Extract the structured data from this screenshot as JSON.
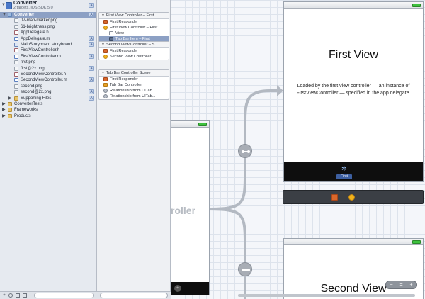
{
  "navigator": {
    "project": {
      "name": "Converter",
      "subtitle": "2 targets, iOS SDK 5.0",
      "badge": "A"
    },
    "rows": [
      {
        "label": "Converter",
        "type": "group",
        "indent": 1,
        "selected": true,
        "badge": "A"
      },
      {
        "label": "07-map-marker.png",
        "type": "png",
        "indent": 2,
        "badge": ""
      },
      {
        "label": "61-brightness.png",
        "type": "png",
        "indent": 2,
        "badge": ""
      },
      {
        "label": "AppDelegate.h",
        "type": "h",
        "indent": 2,
        "badge": ""
      },
      {
        "label": "AppDelegate.m",
        "type": "m",
        "indent": 2,
        "badge": "A"
      },
      {
        "label": "MainStoryboard.storyboard",
        "type": "sb",
        "indent": 2,
        "badge": "A"
      },
      {
        "label": "FirstViewController.h",
        "type": "h",
        "indent": 2,
        "badge": ""
      },
      {
        "label": "FirstViewController.m",
        "type": "m",
        "indent": 2,
        "badge": "A"
      },
      {
        "label": "first.png",
        "type": "png",
        "indent": 2,
        "badge": ""
      },
      {
        "label": "first@2x.png",
        "type": "png",
        "indent": 2,
        "badge": "A"
      },
      {
        "label": "SecondViewController.h",
        "type": "h",
        "indent": 2,
        "badge": ""
      },
      {
        "label": "SecondViewController.m",
        "type": "m",
        "indent": 2,
        "badge": "A"
      },
      {
        "label": "second.png",
        "type": "png",
        "indent": 2,
        "badge": ""
      },
      {
        "label": "second@2x.png",
        "type": "png",
        "indent": 2,
        "badge": "A"
      },
      {
        "label": "Supporting Files",
        "type": "folder",
        "indent": 2,
        "badge": "A"
      },
      {
        "label": "ConverterTests",
        "type": "folder",
        "indent": 1,
        "badge": ""
      },
      {
        "label": "Frameworks",
        "type": "folder",
        "indent": 1,
        "badge": ""
      },
      {
        "label": "Products",
        "type": "folder",
        "indent": 1,
        "badge": ""
      }
    ]
  },
  "outline": {
    "scenes": [
      {
        "title": "First View Controller – First...",
        "items": [
          {
            "label": "First Responder",
            "icon": "responder",
            "indent": 1
          },
          {
            "label": "First View Controller – First",
            "icon": "vc",
            "indent": 1
          },
          {
            "label": "View",
            "icon": "view",
            "indent": 2
          },
          {
            "label": "Tab Bar Item – First",
            "icon": "tab",
            "indent": 2,
            "selected": true
          }
        ]
      },
      {
        "title": "Second View Controller – S...",
        "items": [
          {
            "label": "First Responder",
            "icon": "responder",
            "indent": 1
          },
          {
            "label": "Second View Controller...",
            "icon": "vc",
            "indent": 1
          }
        ]
      },
      {
        "title": "Tab Bar Controller Scene",
        "items": [
          {
            "label": "First Responder",
            "icon": "responder",
            "indent": 1
          },
          {
            "label": "Tab Bar Controller",
            "icon": "tabbar",
            "indent": 1
          },
          {
            "label": "Relationship from UITab...",
            "icon": "rel",
            "indent": 1
          },
          {
            "label": "Relationship from UITab...",
            "icon": "rel",
            "indent": 1
          }
        ]
      }
    ]
  },
  "canvas": {
    "first_view": {
      "title": "First View",
      "description": "Loaded by the first view controller — an instance of FirstViewController — specified in the app delegate.",
      "tab_label": "First"
    },
    "tab_bar_controller": {
      "label": "roller"
    },
    "second_view": {
      "title": "Second View"
    },
    "zoom": {
      "minus": "−",
      "equal": "=",
      "plus": "+"
    }
  },
  "icons": {
    "tab_glyph": "✲",
    "disclosure_open": "▼",
    "disclosure_closed": "▶",
    "add": "+",
    "tabctl_button": "+"
  }
}
